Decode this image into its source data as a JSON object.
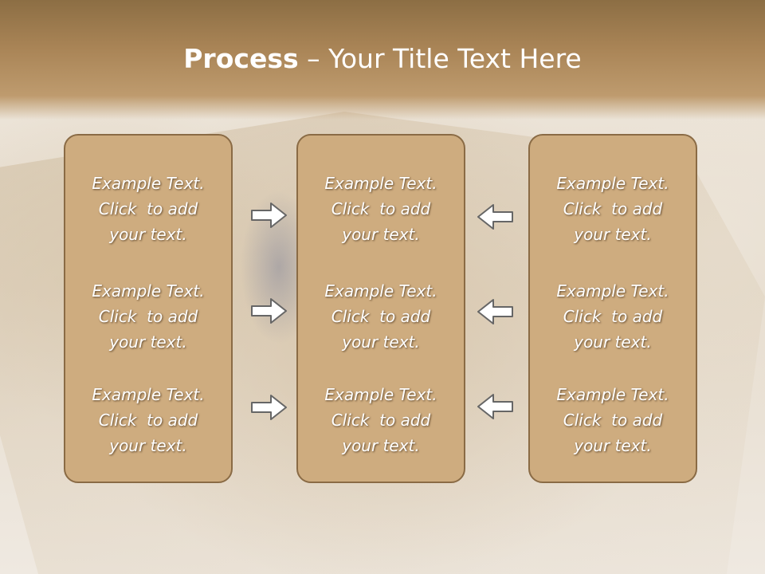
{
  "title": {
    "bold": "Process",
    "rest": " – Your Title Text Here"
  },
  "columns": [
    {
      "items": [
        {
          "line1": "Example Text.",
          "line2": "Click  to add",
          "line3": "your text."
        },
        {
          "line1": "Example Text.",
          "line2": "Click  to add",
          "line3": "your text."
        },
        {
          "line1": "Example Text.",
          "line2": "Click  to add",
          "line3": "your text."
        }
      ]
    },
    {
      "items": [
        {
          "line1": "Example Text.",
          "line2": "Click  to add",
          "line3": "your text."
        },
        {
          "line1": "Example Text.",
          "line2": "Click  to add",
          "line3": "your text."
        },
        {
          "line1": "Example Text.",
          "line2": "Click  to add",
          "line3": "your text."
        }
      ]
    },
    {
      "items": [
        {
          "line1": "Example Text.",
          "line2": "Click  to add",
          "line3": "your text."
        },
        {
          "line1": "Example Text.",
          "line2": "Click  to add",
          "line3": "your text."
        },
        {
          "line1": "Example Text.",
          "line2": "Click  to add",
          "line3": "your text."
        }
      ]
    }
  ],
  "arrows": {
    "left_group": "right-arrow-icon",
    "right_group": "left-arrow-icon"
  },
  "colors": {
    "header": "#a98456",
    "box_fill": "#ceac7f",
    "box_border": "#8a6b45",
    "text": "#ffffff",
    "arrow_fill": "#ffffff",
    "arrow_stroke": "#666666"
  }
}
